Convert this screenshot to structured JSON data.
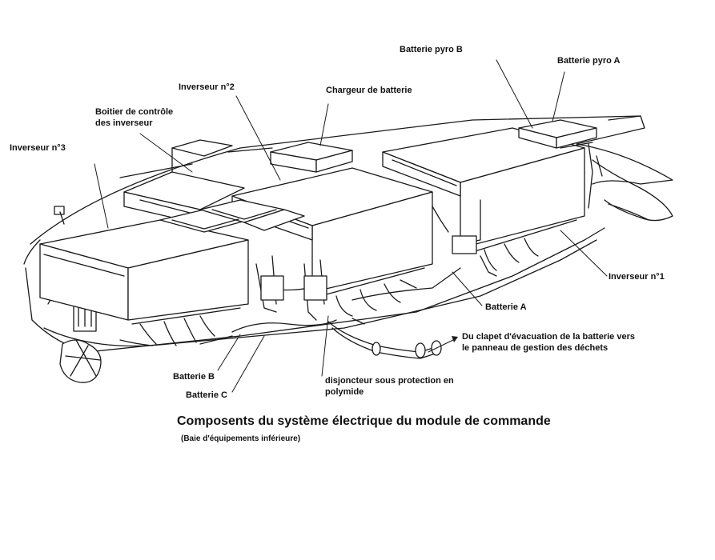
{
  "labels": {
    "batterie_pyro_b": "Batterie pyro B",
    "batterie_pyro_a": "Batterie pyro A",
    "inverseur_2": "Inverseur n°2",
    "chargeur_batterie": "Chargeur de batterie",
    "boitier_controle": "Boitier de contrôle\ndes inverseur",
    "inverseur_3": "Inverseur n°3",
    "inverseur_1": "Inverseur n°1",
    "batterie_a": "Batterie A",
    "clapet": "Du clapet d'évacuation de la batterie vers\nle panneau de gestion des déchets",
    "batterie_b": "Batterie B",
    "batterie_c": "Batterie C",
    "disjoncteur": "disjoncteur sous protection en\npolymide"
  },
  "caption": {
    "title": "Composents du système électrique du module de commande",
    "subtitle": "(Baie d'équipements inférieure)"
  },
  "colors": {
    "line": "#1a1a1a",
    "fill": "#ffffff",
    "shade": "#eeeeee"
  }
}
